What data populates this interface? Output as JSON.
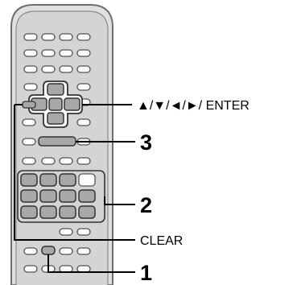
{
  "callouts": {
    "arrow_keys_enter": "▲/▼/◄/►/ ENTER",
    "clear": "CLEAR",
    "num_1": "1",
    "num_2": "2",
    "num_3": "3"
  },
  "colors": {
    "remote_body": "#d8d8d8",
    "remote_outline": "#6e6e6e",
    "small_button": "#ffffff",
    "highlight_button": "#a8a8a8",
    "leader_line": "#000000"
  },
  "icons": {
    "cross_pad": "dpad-icon",
    "remote": "remote-control-icon"
  }
}
